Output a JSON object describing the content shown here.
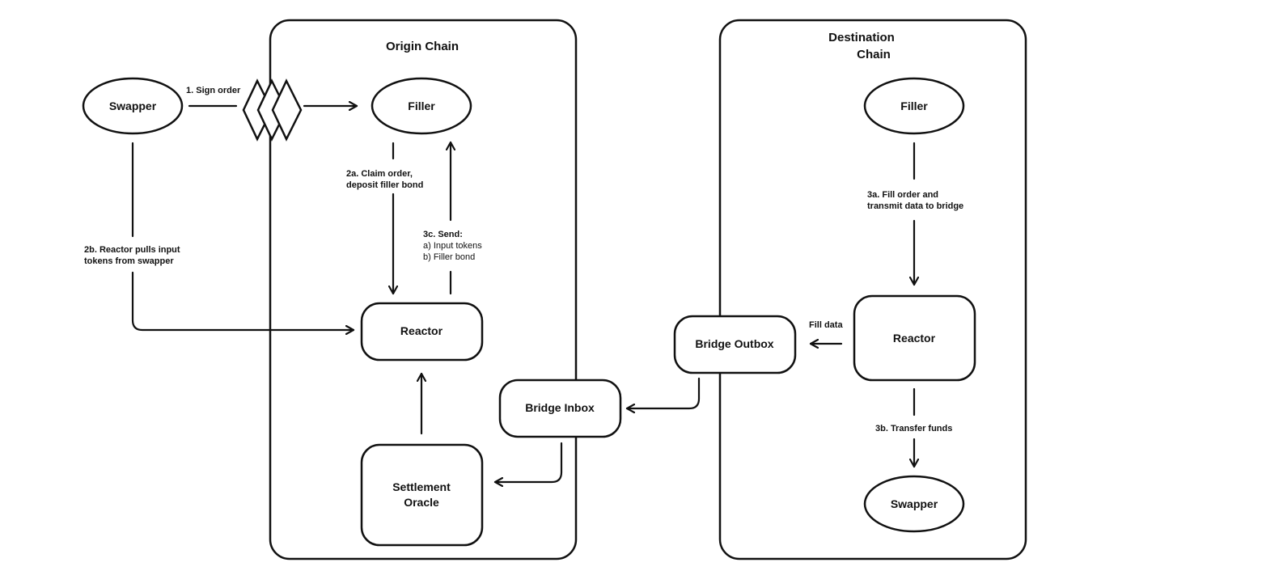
{
  "chains": {
    "origin": {
      "title": "Origin Chain"
    },
    "destination": {
      "title_line1": "Destination",
      "title_line2": "Chain"
    }
  },
  "nodes": {
    "swapper_left": "Swapper",
    "filler_origin": "Filler",
    "reactor_origin": "Reactor",
    "settlement_oracle_line1": "Settlement",
    "settlement_oracle_line2": "Oracle",
    "bridge_inbox": "Bridge Inbox",
    "bridge_outbox": "Bridge Outbox",
    "filler_destination": "Filler",
    "reactor_destination": "Reactor",
    "swapper_destination": "Swapper"
  },
  "edges": {
    "sign_order": "1. Sign order",
    "claim_order_line1": "2a. Claim order,",
    "claim_order_line2": "deposit filler bond",
    "reactor_pulls_line1": "2b. Reactor pulls input",
    "reactor_pulls_line2": "tokens from swapper",
    "send_title": "3c. Send:",
    "send_line1": "a) Input tokens",
    "send_line2": "b) Filler bond",
    "fill_order_line1": "3a. Fill order and",
    "fill_order_line2": "transmit data to bridge",
    "transfer_funds": "3b. Transfer funds",
    "fill_data": "Fill data"
  }
}
